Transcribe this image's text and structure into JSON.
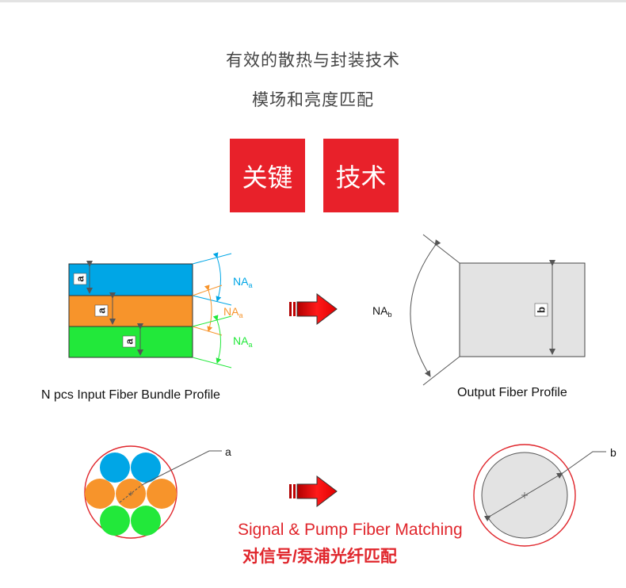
{
  "headings": {
    "line1": "有效的散热与封装技术",
    "line2": "模场和亮度匹配"
  },
  "key_boxes": [
    "关键",
    "技术"
  ],
  "input_bundle": {
    "caption": "N pcs Input Fiber Bundle Profile",
    "layer_label": "a",
    "na_main": "NA",
    "na_sub": "a",
    "colors": {
      "blue": "#00a6e6",
      "orange": "#f7942b",
      "green": "#22e83a"
    }
  },
  "output_profile": {
    "caption": "Output Fiber Profile",
    "side_label": "b",
    "na_main": "NA",
    "na_sub": "b",
    "fill": "#e3e3e3"
  },
  "circle_labels": {
    "left": "a",
    "right": "b"
  },
  "matching": {
    "caption_en": "Signal & Pump Fiber Matching",
    "caption_cn": "对信号/泵浦光纤匹配",
    "accent": "#e0262c"
  }
}
